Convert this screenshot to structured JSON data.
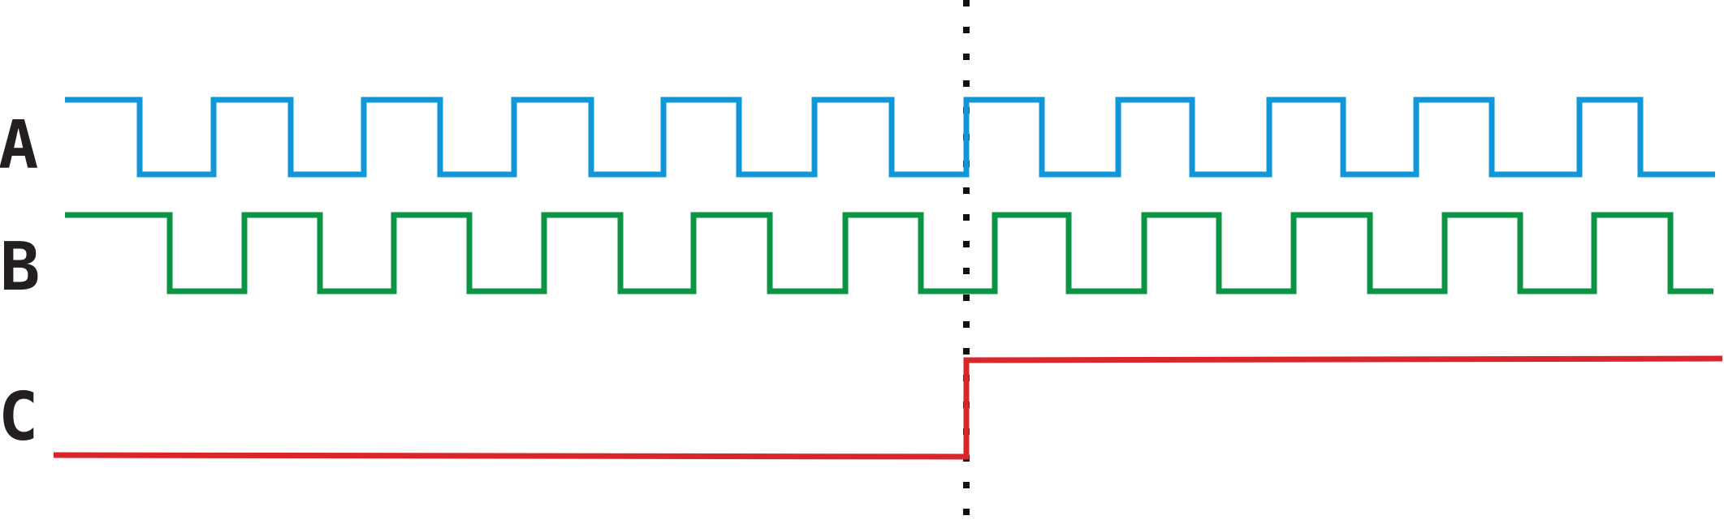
{
  "colors": {
    "signal_a": "#1097da",
    "signal_b": "#0b9444",
    "signal_c": "#d8262b",
    "marker": "#111111",
    "label": "#231f20"
  },
  "signals": [
    {
      "label": "A",
      "color_key": "signal_a"
    },
    {
      "label": "B",
      "color_key": "signal_b"
    },
    {
      "label": "C",
      "color_key": "signal_c"
    }
  ]
}
